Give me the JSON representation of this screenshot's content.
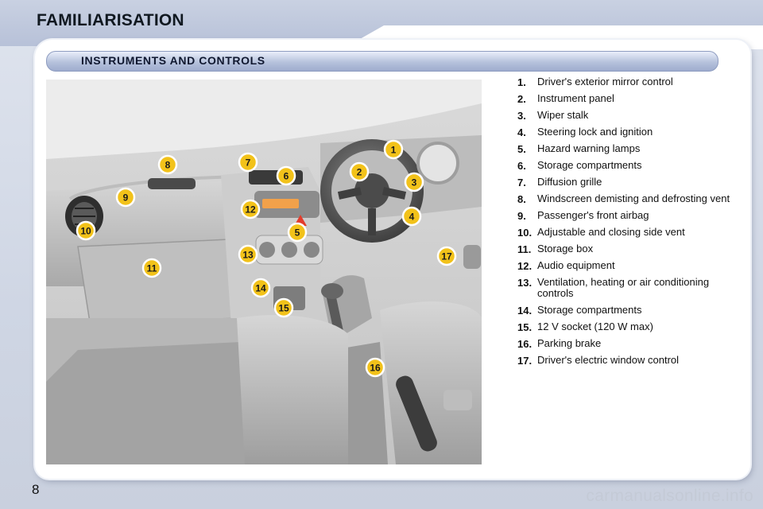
{
  "header": {
    "title": "FAMILIARISATION"
  },
  "section": {
    "title": "INSTRUMENTS AND CONTROLS"
  },
  "legend": [
    {
      "num": "1.",
      "text": "Driver's exterior mirror control"
    },
    {
      "num": "2.",
      "text": "Instrument panel"
    },
    {
      "num": "3.",
      "text": "Wiper stalk"
    },
    {
      "num": "4.",
      "text": "Steering lock and ignition"
    },
    {
      "num": "5.",
      "text": "Hazard warning lamps"
    },
    {
      "num": "6.",
      "text": "Storage compartments"
    },
    {
      "num": "7.",
      "text": "Diffusion grille"
    },
    {
      "num": "8.",
      "text": "Windscreen demisting and defrosting vent"
    },
    {
      "num": "9.",
      "text": "Passenger's front airbag"
    },
    {
      "num": "10.",
      "text": "Adjustable and closing side vent"
    },
    {
      "num": "11.",
      "text": "Storage box"
    },
    {
      "num": "12.",
      "text": "Audio equipment"
    },
    {
      "num": "13.",
      "text": "Ventilation, heating or air conditioning controls"
    },
    {
      "num": "14.",
      "text": "Storage compartments"
    },
    {
      "num": "15.",
      "text": "12 V socket (120 W max)"
    },
    {
      "num": "16.",
      "text": "Parking brake"
    },
    {
      "num": "17.",
      "text": "Driver's electric window control"
    }
  ],
  "callouts": [
    "1",
    "2",
    "3",
    "4",
    "5",
    "6",
    "7",
    "8",
    "9",
    "10",
    "11",
    "12",
    "13",
    "14",
    "15",
    "16",
    "17"
  ],
  "colors": {
    "callout_fill": "#f2c21a",
    "callout_ring": "#ffffff",
    "section_bar": "#b6c2dc",
    "background": "#d4dae6"
  },
  "footer": {
    "page_number": "8",
    "watermark": "carmanualsonline.info"
  }
}
